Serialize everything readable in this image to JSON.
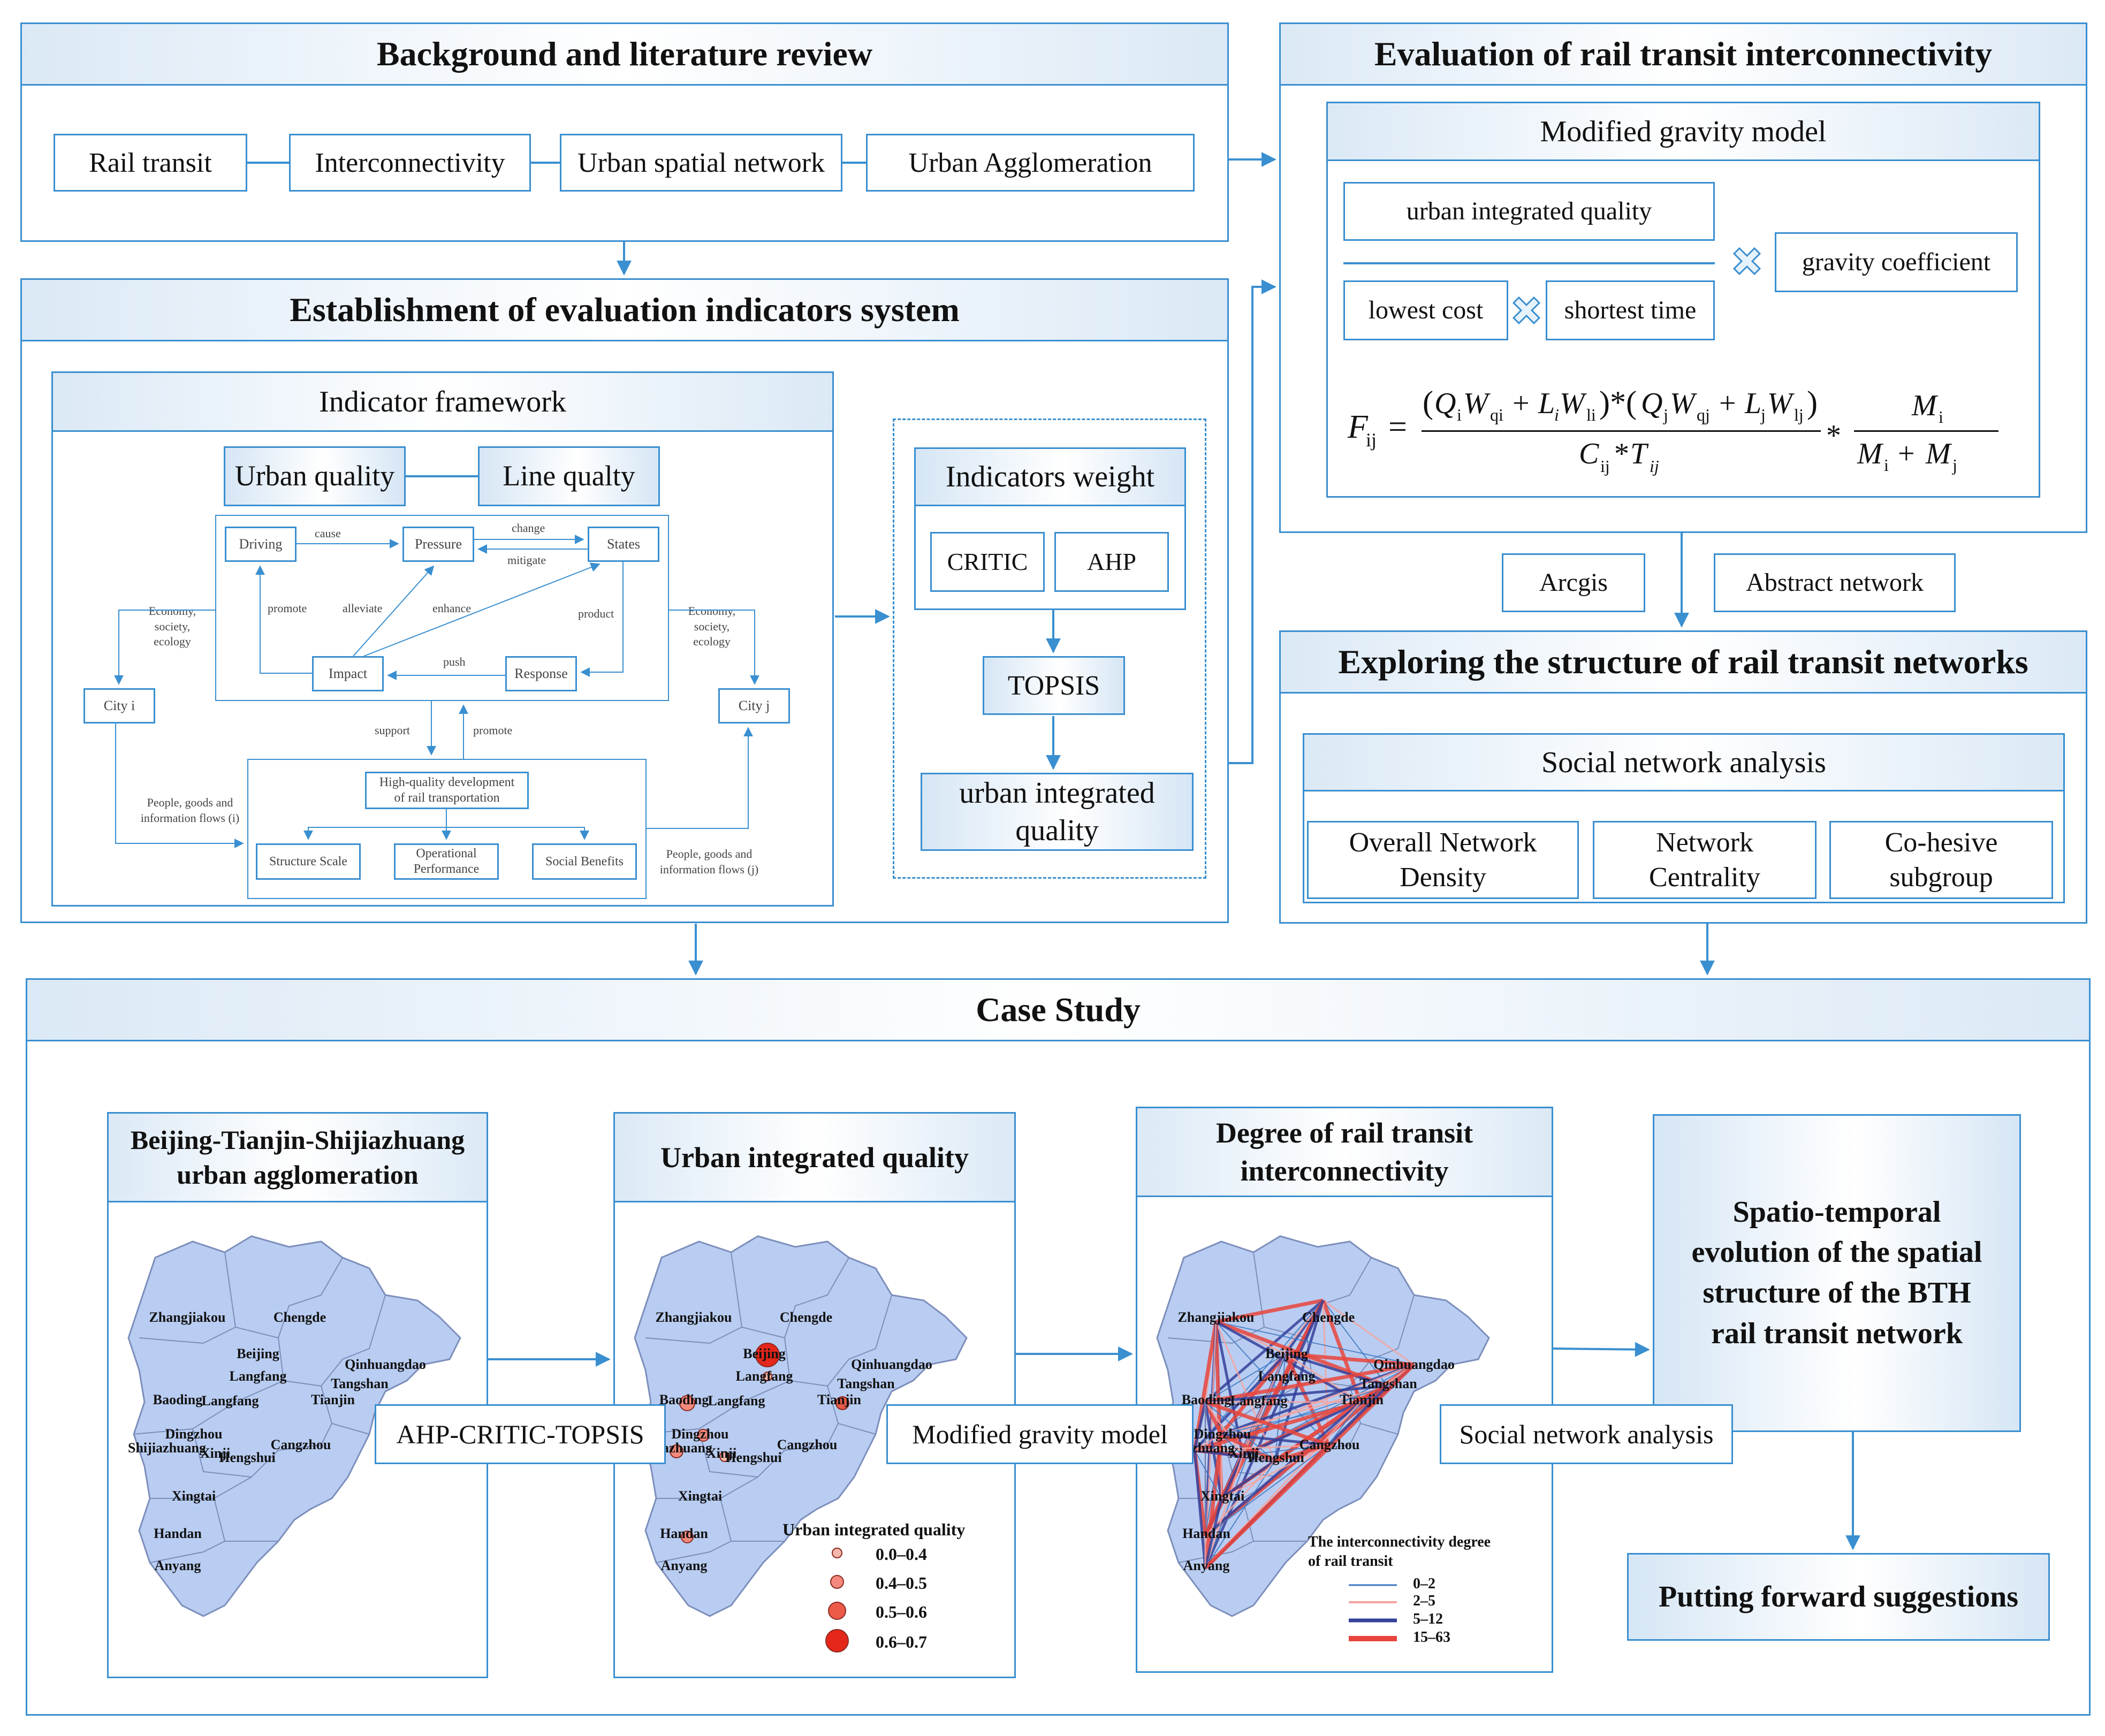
{
  "background": {
    "title": "Background and literature review",
    "items": [
      "Rail transit",
      "Interconnectivity",
      "Urban spatial network",
      "Urban Agglomeration"
    ]
  },
  "indicators": {
    "title": "Establishment of evaluation indicators system",
    "framework": {
      "title": "Indicator framework",
      "urban_quality": "Urban quality",
      "line_quality": "Line qualty",
      "dpsir": {
        "driving": "Driving",
        "pressure": "Pressure",
        "states": "States",
        "impact": "Impact",
        "response": "Response",
        "cause": "cause",
        "change": "change",
        "mitigate": "mitigate",
        "promote": "promote",
        "alleviate": "alleviate",
        "enhance": "enhance",
        "product": "product",
        "push": "push"
      },
      "eco_left": "Economy,\nsociety,\necology",
      "eco_right": "Economy,\nsociety,\necology",
      "city_i": "City i",
      "city_j": "City j",
      "support": "support",
      "promote2": "promote",
      "hq_dev": "High-quality development\nof rail transportation",
      "structure_scale": "Structure Scale",
      "operational": "Operational\nPerformance",
      "social_benefits": "Social Benefits",
      "flows_i": "People, goods and\ninformation flows (i)",
      "flows_j": "People, goods and\ninformation flows (j)"
    },
    "weight": {
      "title": "Indicators weight",
      "critic": "CRITIC",
      "ahp": "AHP",
      "topsis": "TOPSIS",
      "result": "urban integrated\nquality"
    }
  },
  "evaluation": {
    "title": "Evaluation of rail transit interconnectivity",
    "model_title": "Modified gravity model",
    "numerator": "urban integrated quality",
    "lowest_cost": "lowest cost",
    "shortest_time": "shortest time",
    "gravity": "gravity coefficient"
  },
  "tools": {
    "arcgis": "Arcgis",
    "abstract": "Abstract network"
  },
  "exploring": {
    "title": "Exploring the structure of rail transit networks",
    "sna_title": "Social network analysis",
    "items": [
      "Overall Network\nDensity",
      "Network\nCentrality",
      "Co-hesive\nsubgroup"
    ]
  },
  "case": {
    "title": "Case Study",
    "map1_title": "Beijing-Tianjin-Shijiazhuang\nurban agglomeration",
    "map2_title": "Urban integrated quality",
    "map3_title": "Degree of rail transit\ninterconnectivity",
    "spatio": "Spatio-temporal\nevolution of the spatial\nstructure of the BTH\nrail transit network",
    "suggest": "Putting forward suggestions",
    "method1": "AHP-CRITIC-TOPSIS",
    "method2": "Modified gravity model",
    "method3": "Social network analysis",
    "cities": [
      "Chengde",
      "Zhangjiakou",
      "Beijing",
      "Qinhuangdao",
      "Langfang",
      "Tangshan",
      "Tianjin",
      "Baoding",
      "Langfang",
      "Dingzhou",
      "Shijiazhuang",
      "Xinji",
      "Hengshui",
      "Cangzhou",
      "Xingtai",
      "Handan",
      "Anyang"
    ],
    "legend2_title": "Urban integrated quality",
    "legend2": [
      "0.0–0.4",
      "0.4–0.5",
      "0.5–0.6",
      "0.6–0.7"
    ],
    "legend3_title": "The interconnectivity degree\nof rail transit",
    "legend3": [
      "0–2",
      "2–5",
      "5–12",
      "15–63"
    ]
  },
  "colors": {
    "border": "#3a8fd0",
    "map_fill": "#b9cdf2",
    "map_stroke": "#7c8ebb",
    "red": "#e8453c",
    "pink": "#f4a3a0",
    "navy": "#34409a",
    "blue": "#3b78c2"
  }
}
